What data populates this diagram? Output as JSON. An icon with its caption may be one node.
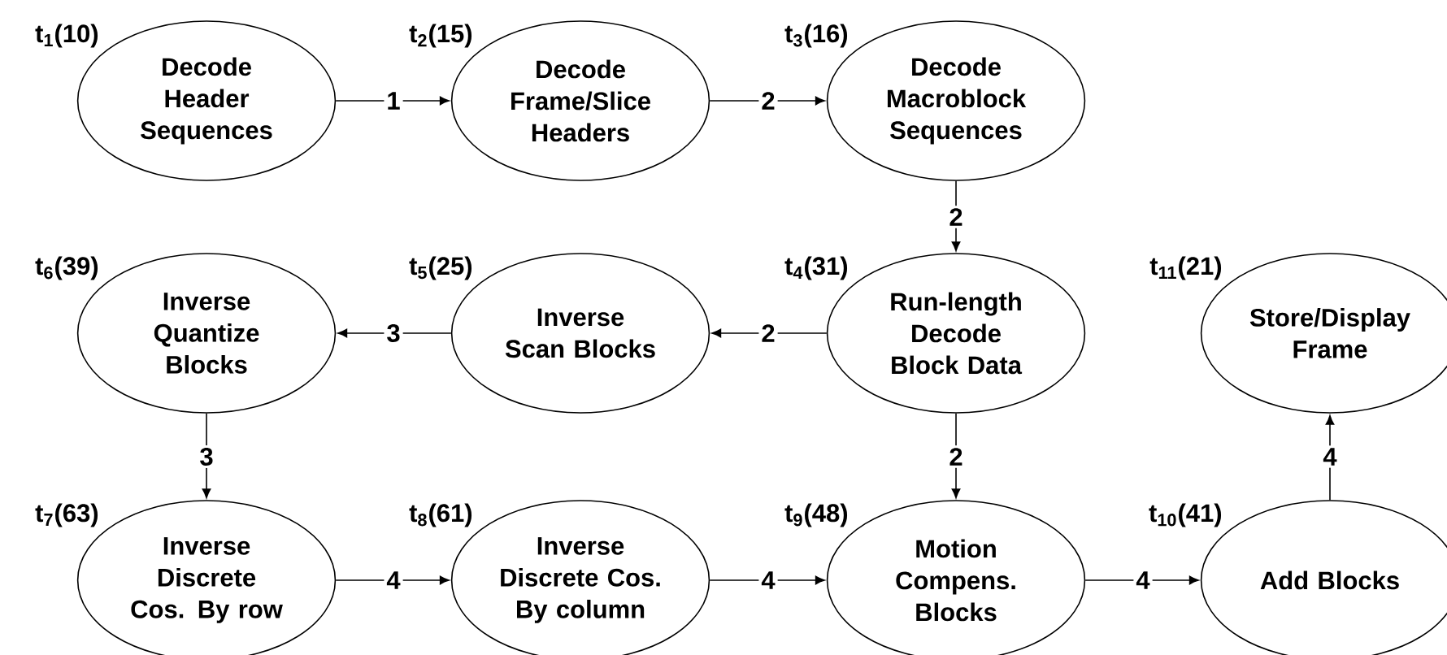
{
  "diagram": {
    "nodes": [
      {
        "text": [
          "Decode Header Sequences"
        ],
        "beside": [
          "t$_{1}$(10)"
        ]
      },
      {
        "text": [
          "Decode Frame/Slice Headers"
        ],
        "beside": [
          "t$_{2}$(15)"
        ]
      },
      {
        "text": [
          "Decode Macroblock Sequences"
        ],
        "beside": [
          "t$_{3}$(16)"
        ]
      },
      {
        "text": [
          "Run-length Decode Block Data"
        ],
        "beside": [
          "t$_{4}$(31)"
        ]
      },
      {
        "text": [
          "Inverse Scan Blocks"
        ],
        "beside": [
          "t$_{5}$(25)"
        ]
      },
      {
        "text": [
          "Inverse Quantize Blocks"
        ],
        "beside": [
          "t$_{6}$(39)"
        ]
      },
      {
        "text": [
          "Inverse Discrete Cos. By row"
        ],
        "beside": [
          "t$_{7}$(63)"
        ]
      },
      {
        "text": [
          "Inverse Discrete Cos. By column"
        ],
        "beside": [
          "t$_{8}$(61)"
        ]
      },
      {
        "text": [
          "Motion Compens. Blocks"
        ],
        "beside": [
          "t$_{9}$(48)"
        ]
      },
      {
        "text": [
          "Add Blocks"
        ],
        "beside": [
          "t$_{10}$(41)"
        ]
      },
      {
        "text": [
          "Store/Display Frame"
        ],
        "beside": [
          "t$_{11}$(21)"
        ]
      }
    ],
    "edges": [
      {
        "from": 0,
        "to": 1,
        "arrow": "to",
        "label": "1"
      },
      {
        "from": 1,
        "to": 2,
        "arrow": "to",
        "label": "2"
      },
      {
        "from": 2,
        "to": 3,
        "arrow": "to",
        "label": "2"
      },
      {
        "from": 3,
        "to": 4,
        "arrow": "to",
        "label": "2"
      },
      {
        "from": 4,
        "to": 5,
        "arrow": "to",
        "label": "3"
      },
      {
        "from": 5,
        "to": 6,
        "arrow": "to",
        "label": "3"
      },
      {
        "from": 6,
        "to": 7,
        "arrow": "to",
        "label": "4"
      },
      {
        "from": 7,
        "to": 8,
        "arrow": "to",
        "label": "4"
      },
      {
        "from": 3,
        "to": 8,
        "arrow": "to",
        "label": "2"
      },
      {
        "from": 8,
        "to": 9,
        "arrow": "to",
        "label": "4"
      },
      {
        "from": 9,
        "to": 10,
        "arrow": "to",
        "label": "4"
      }
    ]
  }
}
